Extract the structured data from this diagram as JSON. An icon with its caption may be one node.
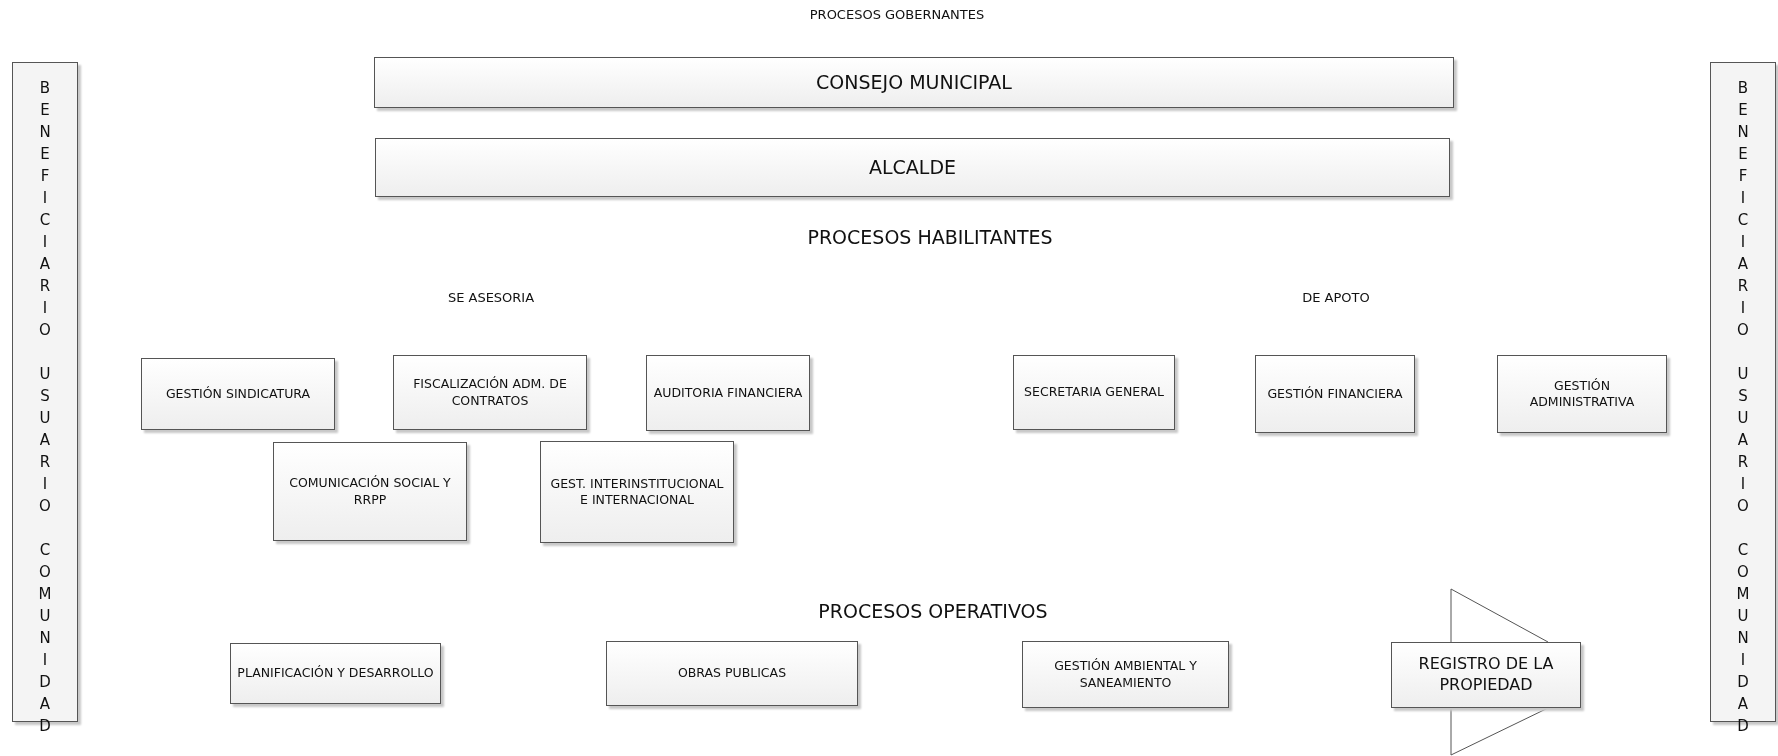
{
  "diagram": {
    "title": "PROCESOS GOBERNANTES",
    "nodes": [
      {
        "text": [
          "BENEFICIARIO USUARIO COMUNIDAD"
        ]
      },
      {
        "text": [
          "CONSEJO MUNICIPAL"
        ]
      },
      {
        "text": [
          "ALCALDE"
        ]
      },
      {
        "text": [
          "GESTIÓN SINDICATURA"
        ]
      },
      {
        "text": [
          "FISCALIZACIÓN ADM. DE CONTRATOS"
        ]
      },
      {
        "text": [
          "AUDITORIA FINANCIERA"
        ]
      },
      {
        "text": [
          "SECRETARIA GENERAL"
        ]
      },
      {
        "text": [
          "GESTIÓN FINANCIERA"
        ]
      },
      {
        "text": [
          "GESTIÓN ADMINISTRATIVA"
        ]
      },
      {
        "text": [
          "BENEFICIARIO USUARIO COMUNIDAD"
        ]
      },
      {
        "text": [
          "COMUNICACIÓN SOCIAL Y RRPP"
        ]
      },
      {
        "text": [
          "GEST. INTERINSTITUCIONAL E INTERNACIONAL"
        ]
      },
      {
        "text": [
          "PLANIFICACIÓN Y DESARROLLO"
        ]
      },
      {
        "text": [
          "OBRAS PUBLICAS"
        ]
      },
      {
        "text": [
          "GESTIÓN AMBIENTAL Y SANEAMIENTO"
        ]
      },
      {
        "text": [],
        "shape": "trapezoid"
      },
      {
        "text": [
          "REGISTRO DE LA PROPIEDAD"
        ]
      }
    ],
    "edges": [],
    "labels": [
      "PROCESOS HABILITANTES",
      "SE ASESORIA",
      "DE APOTO",
      "PROCESOS OPERATIVOS"
    ]
  }
}
